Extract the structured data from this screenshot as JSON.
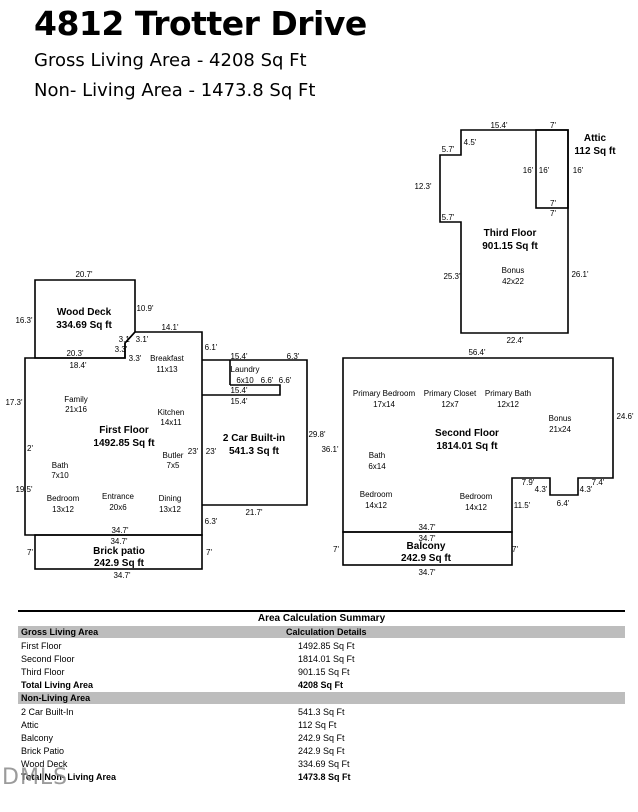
{
  "header": {
    "title": "4812 Trotter Drive",
    "gross_living": "Gross Living Area - 4208 Sq Ft",
    "non_living": "Non- Living Area - 1473.8 Sq Ft"
  },
  "plan": {
    "wood_deck": {
      "name": "Wood Deck",
      "area": "334.69 Sq ft"
    },
    "first_floor": {
      "name": "First Floor",
      "area": "1492.85 Sq ft"
    },
    "garage": {
      "name": "2 Car Built-in",
      "area": "541.3 Sq ft"
    },
    "brick_patio": {
      "name": "Brick patio",
      "area": "242.9 Sq ft"
    },
    "second_floor": {
      "name": "Second Floor",
      "area": "1814.01 Sq ft"
    },
    "balcony": {
      "name": "Balcony",
      "area": "242.9 Sq ft"
    },
    "third_floor": {
      "name": "Third Floor",
      "area": "901.15 Sq ft"
    },
    "attic": {
      "name": "Attic",
      "area": "112 Sq ft"
    },
    "rooms": {
      "breakfast": {
        "name": "Breakfast",
        "size": "11x13"
      },
      "laundry": {
        "name": "Laundry",
        "size": "6x10"
      },
      "family": {
        "name": "Family",
        "size": "21x16"
      },
      "kitchen": {
        "name": "Kitchen",
        "size": "14x11"
      },
      "butler": {
        "name": "Butler",
        "size": "7x5"
      },
      "bath1": {
        "name": "Bath",
        "size": "7x10"
      },
      "bedroom1": {
        "name": "Bedroom",
        "size": "13x12"
      },
      "entrance": {
        "name": "Entrance",
        "size": "20x6"
      },
      "dining": {
        "name": "Dining",
        "size": "13x12"
      },
      "primary_bedroom": {
        "name": "Primary Bedroom",
        "size": "17x14"
      },
      "primary_closet": {
        "name": "Primary Closet",
        "size": "12x7"
      },
      "primary_bath": {
        "name": "Primary Bath",
        "size": "12x12"
      },
      "bonus2": {
        "name": "Bonus",
        "size": "21x24"
      },
      "bath2": {
        "name": "Bath",
        "size": "6x14"
      },
      "bedroom2": {
        "name": "Bedroom",
        "size": "14x12"
      },
      "bedroom3": {
        "name": "Bedroom",
        "size": "14x12"
      },
      "bonus3": {
        "name": "Bonus",
        "size": "42x22"
      }
    },
    "dims": {
      "deck_top": "20.7'",
      "deck_left": "16.3'",
      "deck_right": "10.9'",
      "deck_s1": "3.1'",
      "deck_s2": "3.1'",
      "deck_s3": "3.3'",
      "deck_s4": "3.3'",
      "deck_bottom": "20.3'",
      "ff_1841": "18.4'",
      "ff_141": "14.1'",
      "ff_61": "6.1'",
      "ff_left_173": "17.3'",
      "ff_left_2": "2'",
      "ff_left_195": "19.5'",
      "ff_bottom_347": "34.7'",
      "ff_63": "6.3'",
      "ff_23a": "23'",
      "ff_23b": "23'",
      "g_154a": "15.4'",
      "g_154b": "15.4'",
      "g_154c": "15.4'",
      "g_63": "6.3'",
      "g_66a": "6.6'",
      "g_66b": "6.6'",
      "g_298": "29.8'",
      "g_217": "21.7'",
      "bp_top": "34.7'",
      "bp_bottom": "34.7'",
      "bp_left": "7'",
      "bp_right": "7'",
      "sf_top": "56.4'",
      "sf_left": "36.1'",
      "sf_right": "24.6'",
      "sf_79": "7.9'",
      "sf_74": "7.4'",
      "sf_43a": "4.3'",
      "sf_43b": "4.3'",
      "sf_64": "6.4'",
      "sf_115": "11.5'",
      "sf_347": "34.7'",
      "bal_top": "34.7'",
      "bal_bottom": "34.7'",
      "bal_left": "7'",
      "bal_right": "7'",
      "tf_154": "15.4'",
      "tf_7a": "7'",
      "tf_45": "4.5'",
      "tf_57a": "5.7'",
      "tf_123": "12.3'",
      "tf_57b": "5.7'",
      "tf_16a": "16'",
      "tf_16b": "16'",
      "tf_16c": "16'",
      "tf_7b": "7'",
      "tf_7c": "7'",
      "tf_253": "25.3'",
      "tf_261": "26.1'",
      "tf_224": "22.4'"
    }
  },
  "summary": {
    "title": "Area Calculation Summary",
    "gross_header": "Gross Living Area",
    "calc_header": "Calculation Details",
    "living_rows": [
      {
        "label": "First Floor",
        "value": "1492.85 Sq Ft"
      },
      {
        "label": "Second Floor",
        "value": "1814.01 Sq Ft"
      },
      {
        "label": "Third Floor",
        "value": "901.15 Sq Ft"
      }
    ],
    "total_living": {
      "label": "Total Living Area",
      "value": "4208 Sq Ft"
    },
    "non_living_header": "Non-Living Area",
    "non_living_rows": [
      {
        "label": "2 Car Built-In",
        "value": "541.3 Sq Ft"
      },
      {
        "label": "Attic",
        "value": "112 Sq Ft"
      },
      {
        "label": "Balcony",
        "value": "242.9 Sq Ft"
      },
      {
        "label": "Brick Patio",
        "value": "242.9 Sq Ft"
      },
      {
        "label": "Wood Deck",
        "value": "334.69 Sq Ft"
      }
    ],
    "total_non_living": {
      "label": "Total Non- Living Area",
      "value": "1473.8 Sq Ft"
    }
  },
  "watermark": "DMLS"
}
